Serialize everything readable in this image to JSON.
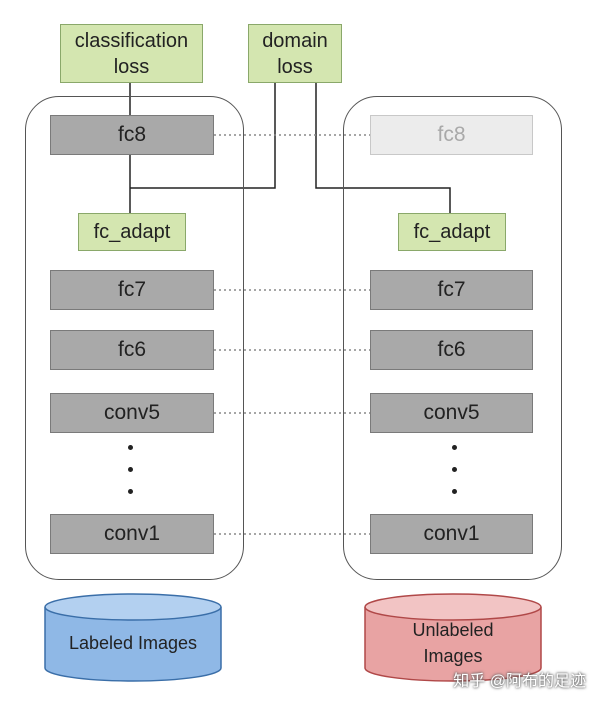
{
  "top_boxes": {
    "classification_loss": "classification\nloss",
    "domain_loss": "domain\nloss"
  },
  "left_stack": {
    "fc8": "fc8",
    "fc_adapt": "fc_adapt",
    "fc7": "fc7",
    "fc6": "fc6",
    "conv5": "conv5",
    "conv1": "conv1"
  },
  "right_stack": {
    "fc8": "fc8",
    "fc_adapt": "fc_adapt",
    "fc7": "fc7",
    "fc6": "fc6",
    "conv5": "conv5",
    "conv1": "conv1"
  },
  "cylinders": {
    "labeled": "Labeled Images",
    "unlabeled": "Unlabeled\nImages"
  },
  "watermark": "知乎 @阿布的足迹",
  "colors": {
    "layer_gray": "#a9a9a9",
    "loss_green": "#d4e6b0",
    "labeled_blue": "#8fb8e6",
    "unlabeled_red": "#e8a3a3"
  }
}
